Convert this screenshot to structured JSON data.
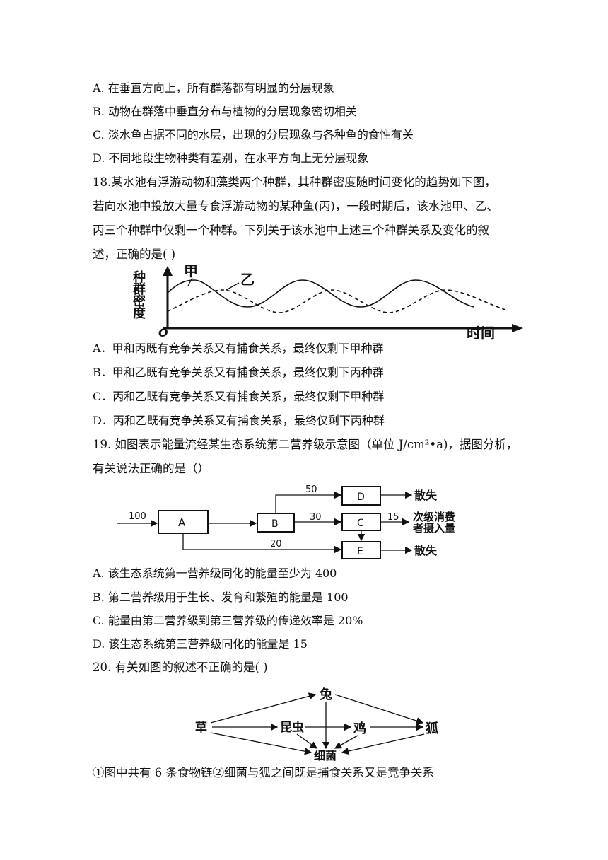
{
  "q17": {
    "options": [
      "A.  在垂直方向上，所有群落都有明显的分层现象",
      "B.  动物在群落中垂直分布与植物的分层现象密切相关",
      "C.  淡水鱼占据不同的水层，出现的分层现象与各种鱼的食性有关",
      "D.  不同地段生物种类有差别，在水平方向上无分层现象"
    ]
  },
  "q18": {
    "stem": [
      "18.某水池有浮游动物和藻类两个种群，其种群密度随时间变化的趋势如下图，",
      "若向水池中投放大量专食浮游动物的某种鱼(丙)，一段时期后，该水池甲、乙、",
      "丙三个种群中仅剩一个种群。下列关于该水池中上述三个种群关系及变化的叙",
      "述，正确的是(   )"
    ],
    "figure": {
      "ylabel_chars": [
        "种",
        "群",
        "密",
        "度"
      ],
      "xlabel": "时间",
      "origin": "O",
      "series_labels": [
        "甲",
        "乙"
      ]
    },
    "options": [
      "A．甲和丙既有竞争关系又有捕食关系，最终仅剩下甲种群",
      "B．甲和乙既有竞争关系又有捕食关系，最终仅剩下丙种群",
      "C．丙和乙既有竞争关系又有捕食关系，最终仅剩下甲种群",
      "D．丙和乙既有竞争关系又有捕食关系，最终仅剩下丙种群"
    ]
  },
  "q19": {
    "stem": [
      "19. 如图表示能量流经某生态系统第二营养级示意图（单位 J/cm²•a)，据图分析，",
      "有关说法正确的是（）"
    ],
    "figure": {
      "input_value": "100",
      "box_a": "A",
      "box_b": "B",
      "box_d": "D",
      "box_c": "C",
      "box_e": "E",
      "value_50": "50",
      "value_30": "30",
      "value_15": "15",
      "value_20": "20",
      "loss_label": "散失",
      "loss_label_2": "散失",
      "next_level_line1": "次级消费",
      "next_level_line2": "者摄入量"
    },
    "options": [
      "A.  该生态系统第一营养级同化的能量至少为 400",
      "B.  第二营养级用于生长、发育和繁殖的能量是 100",
      "C.  能量由第二营养级到第三营养级的传递效率是 20%",
      "D.  该生态系统第三营养级同化的能量是 15"
    ]
  },
  "q20": {
    "stem": "20.  有关如图的叙述不正确的是(          )",
    "figure": {
      "rabbit": "兔",
      "grass": "草",
      "insect": "昆虫",
      "chicken": "鸡",
      "fox": "狐",
      "bacteria": "细菌"
    },
    "statement": "①图中共有 6 条食物链②细菌与狐之间既是捕食关系又是竞争关系"
  }
}
